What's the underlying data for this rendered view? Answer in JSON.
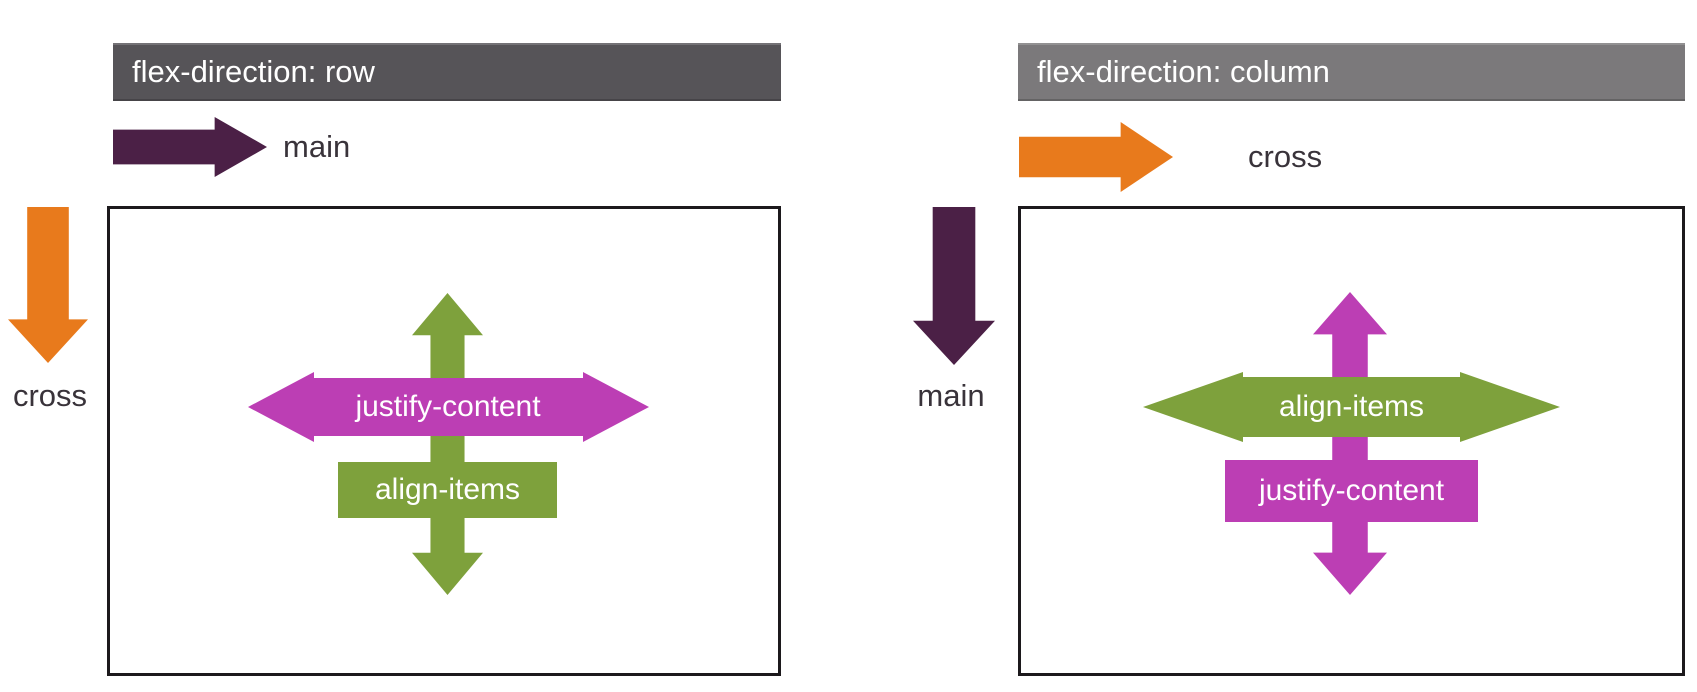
{
  "diagram": {
    "left": {
      "header": "flex-direction: row",
      "main_label": "main",
      "cross_label": "cross",
      "justify_content_label": "justify-content",
      "align_items_label": "align-items"
    },
    "right": {
      "header": "flex-direction: column",
      "main_label": "main",
      "cross_label": "cross",
      "justify_content_label": "justify-content",
      "align_items_label": "align-items"
    }
  },
  "colors": {
    "background": "#ffffff",
    "header_dark_gray": "#565458",
    "header_gray": "#7b797b",
    "main_axis_purple": "#4b2046",
    "cross_axis_orange": "#e87a1c",
    "justify_magenta": "#bc3eb4",
    "align_green": "#7ea13c",
    "box_border": "#1c191c",
    "label_text": "#39333a"
  }
}
